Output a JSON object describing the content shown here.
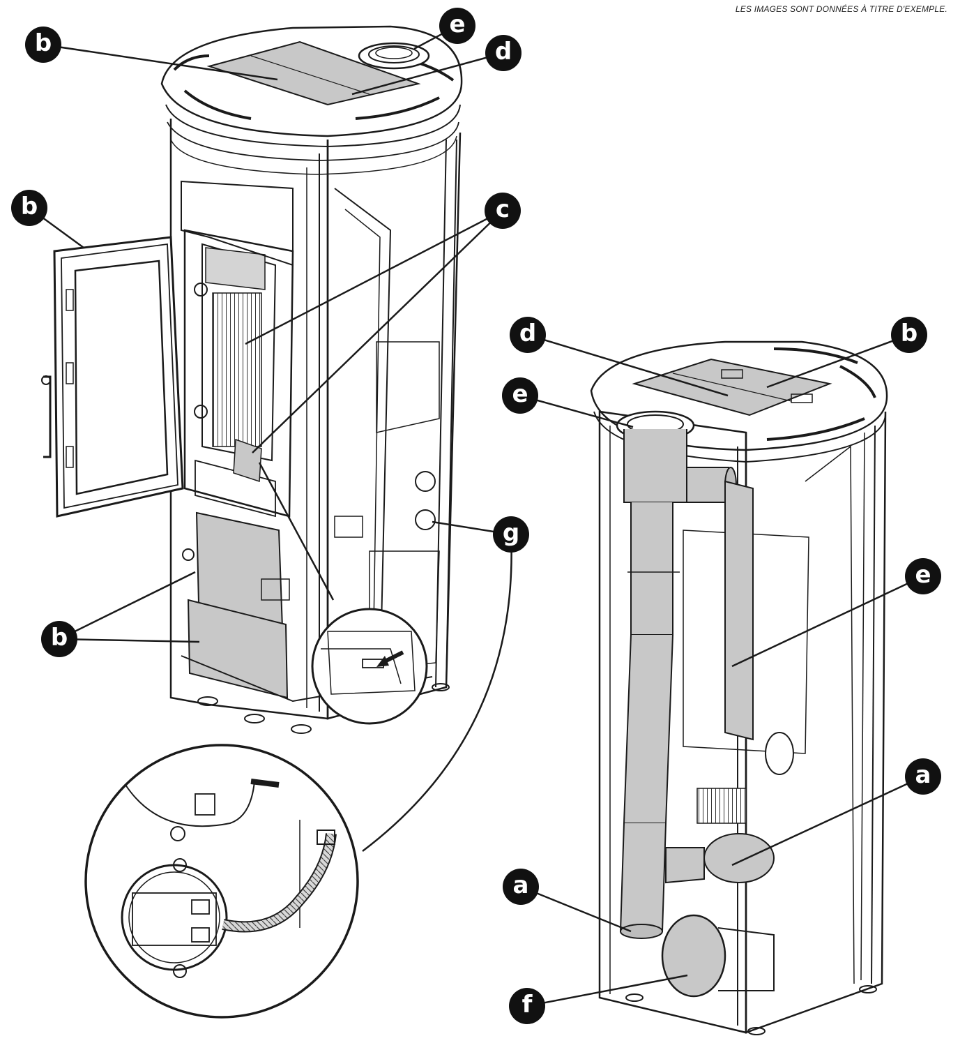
{
  "caption": "LES IMAGES SONT DONNÉES À TITRE D'EXEMPLE.",
  "colors": {
    "line": "#1a1a1a",
    "badge": "#111111",
    "panel": "#c8c8c8",
    "background": "#ffffff"
  },
  "labels": {
    "b_top_left": "b",
    "d_top_left": "d",
    "e_top_left": "e",
    "b_door": "b",
    "c_upper": "c",
    "b_lower": "b",
    "g_left": "g",
    "d_right": "d",
    "b_right": "b",
    "e_right_top": "e",
    "e_right_mid": "e",
    "a_right_upper": "a",
    "a_right_lower": "a",
    "f_right": "f"
  }
}
